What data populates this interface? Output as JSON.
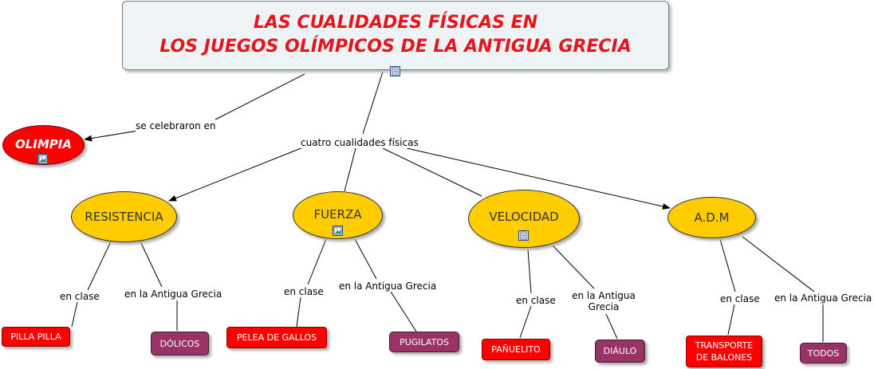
{
  "title": {
    "line1": "LAS CUALIDADES FÍSICAS EN",
    "line2": "LOS JUEGOS OLÍMPICOS DE LA ANTIGUA GRECIA"
  },
  "nodes": {
    "olimpia": "OLIMPIA",
    "resistencia": "RESISTENCIA",
    "fuerza": "FUERZA",
    "velocidad": "VELOCIDAD",
    "adm": "A.D.M"
  },
  "links": {
    "celebraron": "se celebraron en",
    "cuatro": "cuatro cualidades físicas",
    "en_clase": "en clase",
    "antigua_grecia": "en la Antigua Grecia",
    "antigua_grecia_l1": "en la Antigua",
    "antigua_grecia_l2": "Grecia"
  },
  "leaves": {
    "pilla_pilla": "PILLA PILLA",
    "dolicos": "DÓLICOS",
    "pelea_gallos": "PELEA DE GALLOS",
    "pugilatos": "PUGILATOS",
    "panuelito": "PAÑUELITO",
    "diaulo": "DIÁULO",
    "transporte_l1": "TRANSPORTE",
    "transporte_l2": "DE BALONES",
    "todos": "TODOS"
  },
  "colors": {
    "title_red": "#e8141a",
    "concept_yellow": "#ffcc00",
    "clase_red": "#ff0000",
    "grecia_purple": "#993366"
  },
  "icons": [
    "document-icon",
    "image-icon"
  ]
}
